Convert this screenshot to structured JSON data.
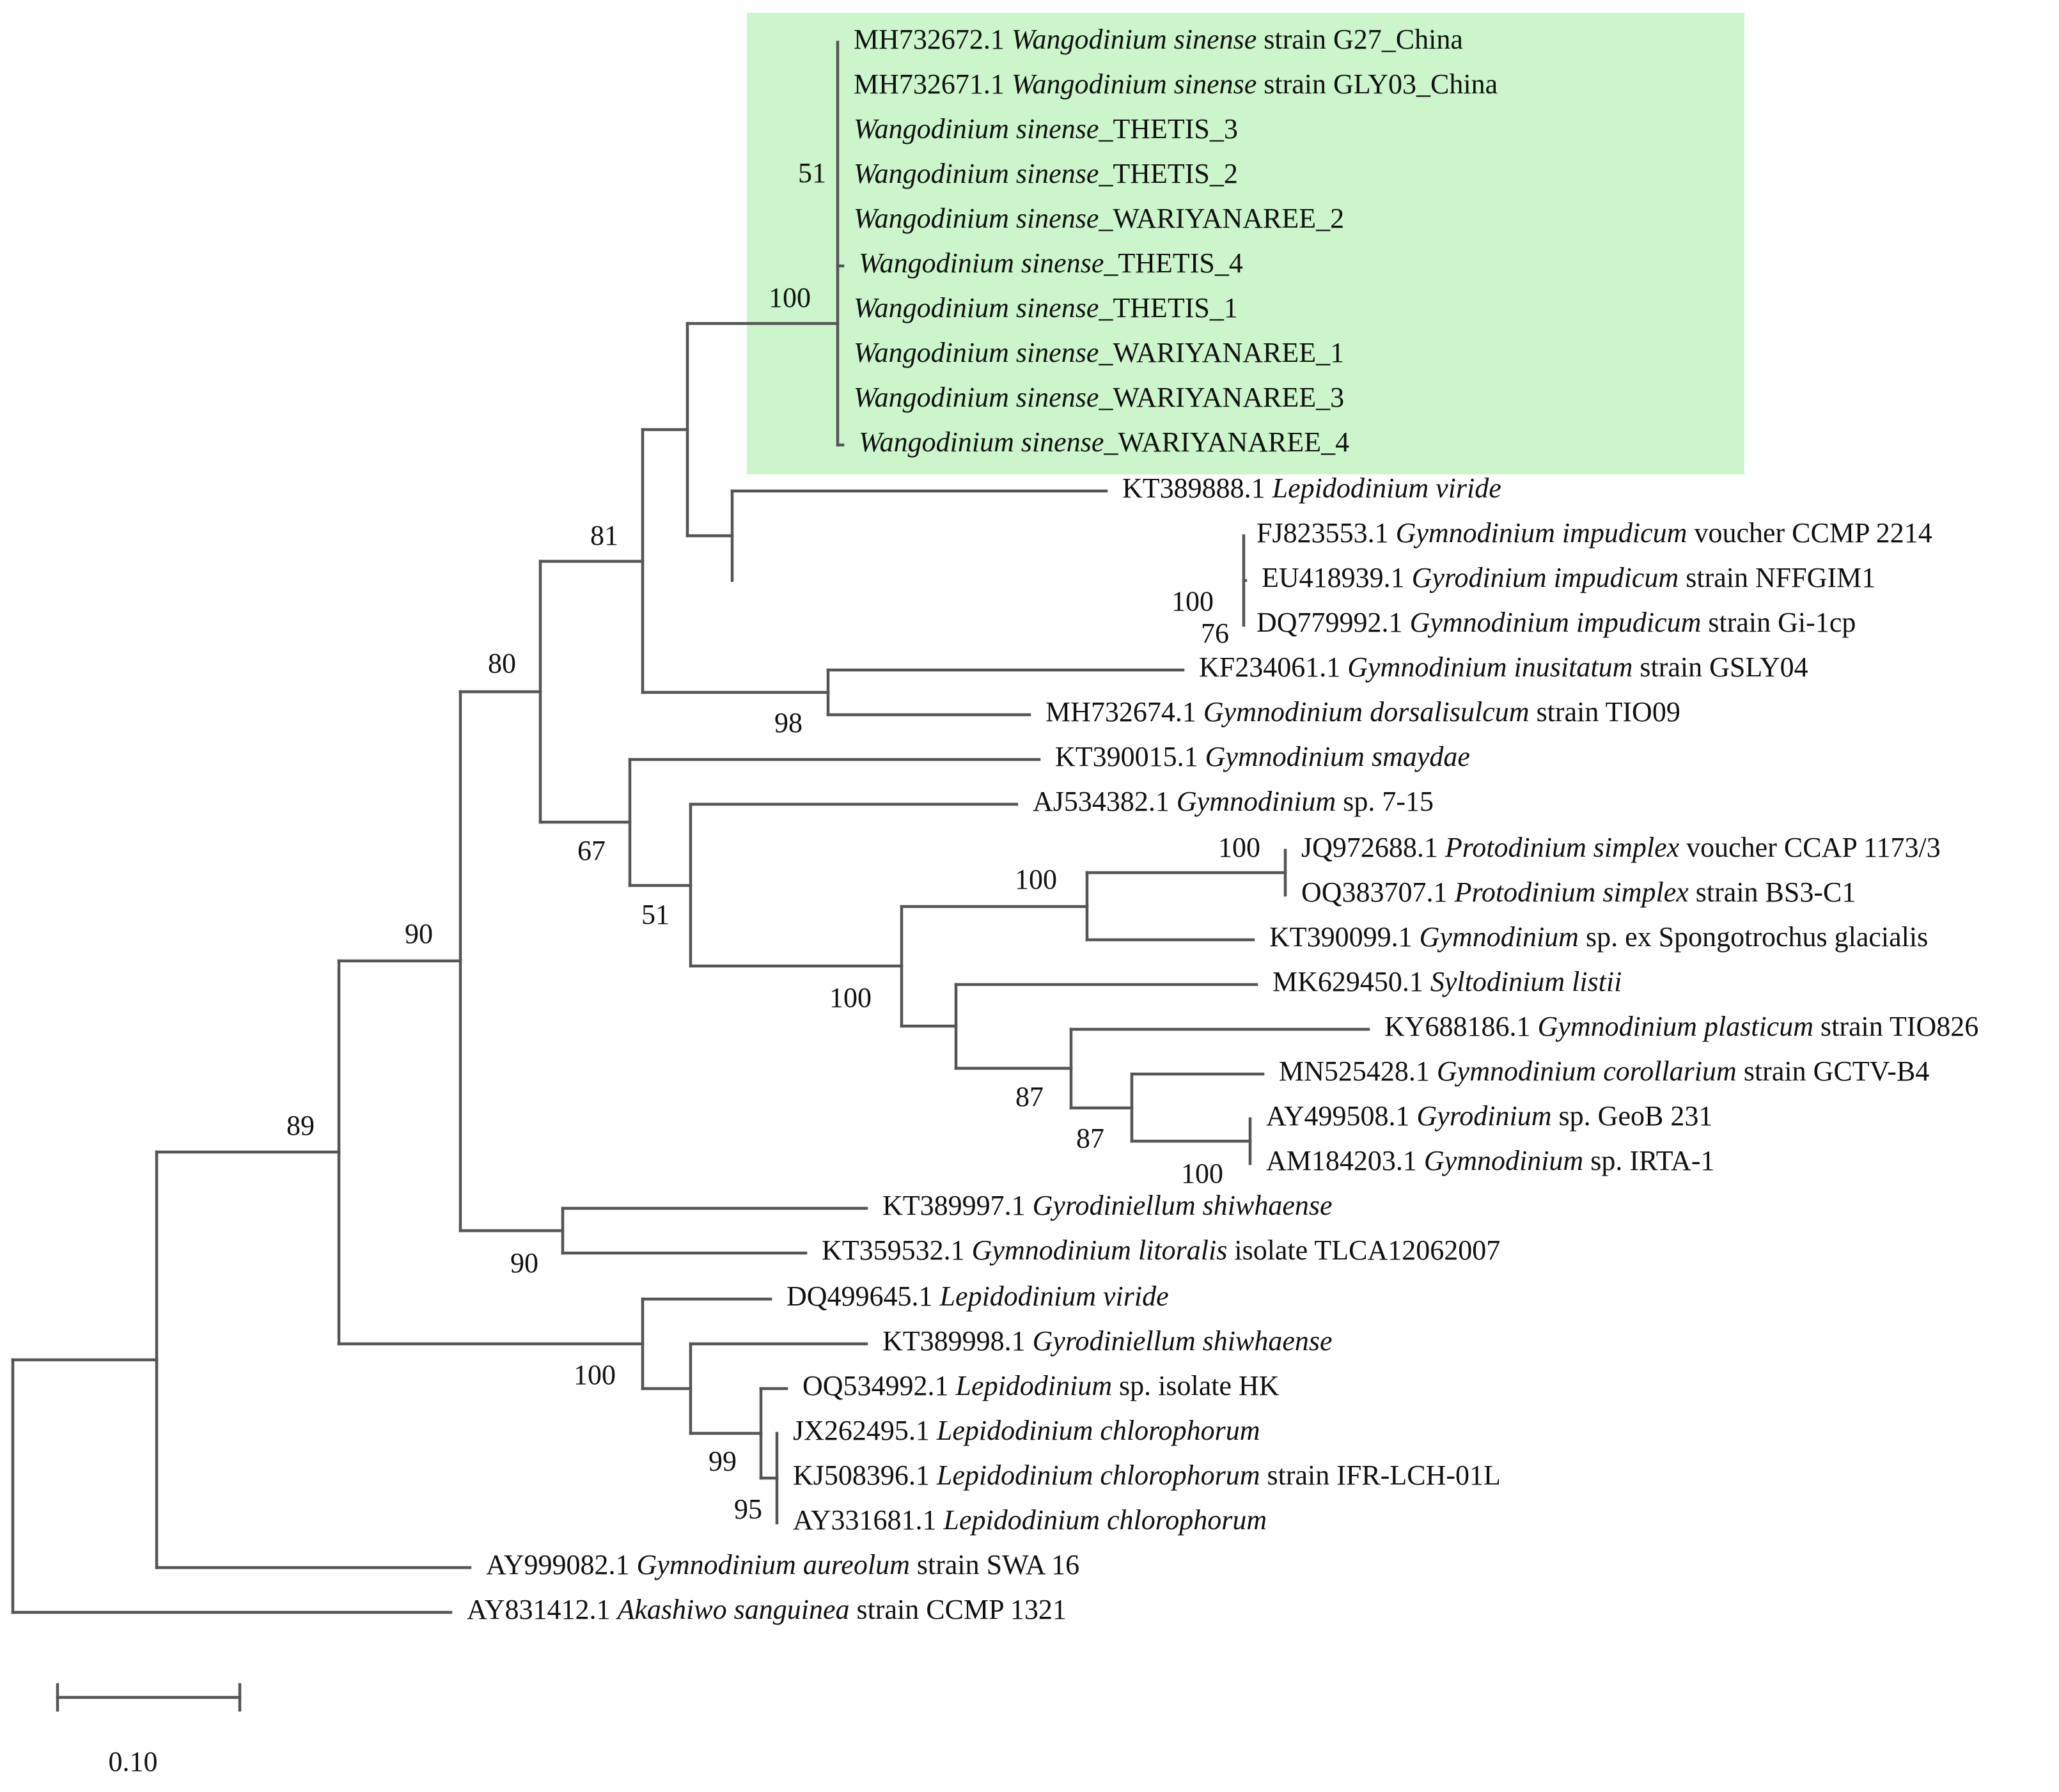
{
  "figure": {
    "highlight_color": "#ccf5cc",
    "branch_color": "#555555",
    "text_color": "#111111",
    "scale_bar_label": "0.10"
  },
  "taxa": [
    {
      "acc": "MH732672.1",
      "genus": "Wangodinium sinense",
      "rest": " strain G27_China"
    },
    {
      "acc": "MH732671.1",
      "genus": "Wangodinium sinense",
      "rest": " strain GLY03_China"
    },
    {
      "acc": "",
      "genus": "Wangodinium sinense",
      "rest": "_THETIS_3"
    },
    {
      "acc": "",
      "genus": "Wangodinium sinense",
      "rest": "_THETIS_2"
    },
    {
      "acc": "",
      "genus": "Wangodinium sinense",
      "rest": "_WARIYANAREE_2"
    },
    {
      "acc": "",
      "genus": "Wangodinium sinense",
      "rest": "_THETIS_4"
    },
    {
      "acc": "",
      "genus": "Wangodinium sinense",
      "rest": "_THETIS_1"
    },
    {
      "acc": "",
      "genus": "Wangodinium sinense",
      "rest": "_WARIYANAREE_1"
    },
    {
      "acc": "",
      "genus": "Wangodinium sinense",
      "rest": "_WARIYANAREE_3"
    },
    {
      "acc": "",
      "genus": "Wangodinium sinense",
      "rest": "_WARIYANAREE_4"
    },
    {
      "acc": "KT389888.1",
      "genus": "Lepidodinium viride",
      "rest": ""
    },
    {
      "acc": "FJ823553.1",
      "genus": "Gymnodinium impudicum",
      "rest": " voucher CCMP 2214"
    },
    {
      "acc": "EU418939.1",
      "genus": "Gyrodinium impudicum",
      "rest": " strain NFFGIM1"
    },
    {
      "acc": "DQ779992.1",
      "genus": "Gymnodinium impudicum",
      "rest": " strain Gi-1cp"
    },
    {
      "acc": "KF234061.1",
      "genus": "Gymnodinium inusitatum",
      "rest": " strain GSLY04"
    },
    {
      "acc": "MH732674.1",
      "genus": "Gymnodinium dorsalisulcum",
      "rest": " strain TIO09"
    },
    {
      "acc": "KT390015.1",
      "genus": "Gymnodinium smaydae",
      "rest": ""
    },
    {
      "acc": "AJ534382.1",
      "genus": "Gymnodinium",
      "rest": " sp. 7-15"
    },
    {
      "acc": "JQ972688.1",
      "genus": "Protodinium simplex",
      "rest": " voucher CCAP 1173/3"
    },
    {
      "acc": "OQ383707.1",
      "genus": "Protodinium simplex",
      "rest": " strain BS3-C1"
    },
    {
      "acc": "KT390099.1",
      "genus": "Gymnodinium",
      "rest": " sp. ex Spongotrochus glacialis"
    },
    {
      "acc": "MK629450.1",
      "genus": "Syltodinium listii",
      "rest": ""
    },
    {
      "acc": "KY688186.1",
      "genus": "Gymnodinium plasticum",
      "rest": " strain TIO826"
    },
    {
      "acc": "MN525428.1",
      "genus": "Gymnodinium corollarium",
      "rest": " strain GCTV-B4"
    },
    {
      "acc": "AY499508.1",
      "genus": "Gyrodinium",
      "rest": " sp. GeoB 231"
    },
    {
      "acc": "AM184203.1",
      "genus": "Gymnodinium",
      "rest": " sp. IRTA-1"
    },
    {
      "acc": "KT389997.1",
      "genus": "Gyrodiniellum shiwhaense",
      "rest": ""
    },
    {
      "acc": "KT359532.1",
      "genus": "Gymnodinium litoralis",
      "rest": " isolate TLCA12062007"
    },
    {
      "acc": "DQ499645.1",
      "genus": "Lepidodinium viride",
      "rest": ""
    },
    {
      "acc": "KT389998.1",
      "genus": "Gyrodiniellum shiwhaense",
      "rest": ""
    },
    {
      "acc": "OQ534992.1",
      "genus": "Lepidodinium",
      "rest": " sp. isolate HK"
    },
    {
      "acc": "JX262495.1",
      "genus": "Lepidodinium chlorophorum",
      "rest": ""
    },
    {
      "acc": "KJ508396.1",
      "genus": "Lepidodinium chlorophorum",
      "rest": " strain IFR-LCH-01L"
    },
    {
      "acc": "AY331681.1",
      "genus": "Lepidodinium chlorophorum",
      "rest": ""
    },
    {
      "acc": "AY999082.1",
      "genus": "Gymnodinium aureolum",
      "rest": " strain SWA 16"
    },
    {
      "acc": "AY831412.1",
      "genus": "Akashiwo sanguinea",
      "rest": " strain CCMP 1321"
    }
  ],
  "bootstrap_values": [
    "51",
    "100",
    "81",
    "100",
    "76",
    "80",
    "98",
    "67",
    "100",
    "100",
    "51",
    "100",
    "87",
    "87",
    "100",
    "90",
    "89",
    "90",
    "100",
    "99",
    "95"
  ]
}
